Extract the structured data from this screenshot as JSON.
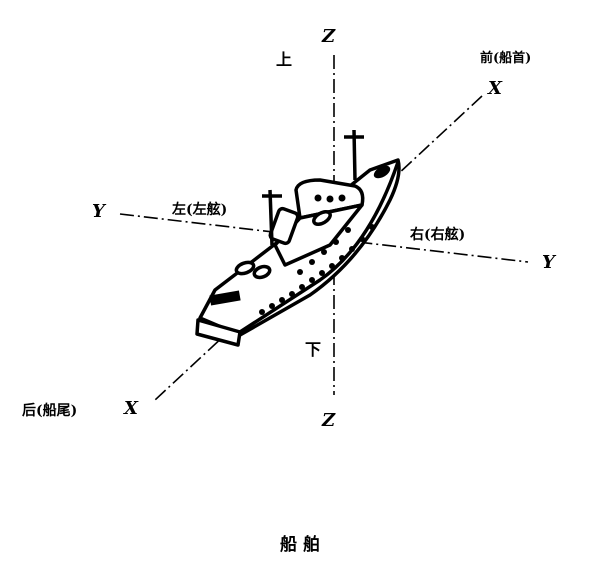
{
  "labels": {
    "z_top": "Z",
    "z_bottom": "Z",
    "up": "上",
    "down": "下",
    "bow": "前(船首)",
    "x_front": "X",
    "stern": "后(船尾)",
    "x_back": "X",
    "y_left": "Y",
    "y_right": "Y",
    "port": "左(左舷)",
    "starboard": "右(右舷)"
  },
  "caption": "船舶"
}
